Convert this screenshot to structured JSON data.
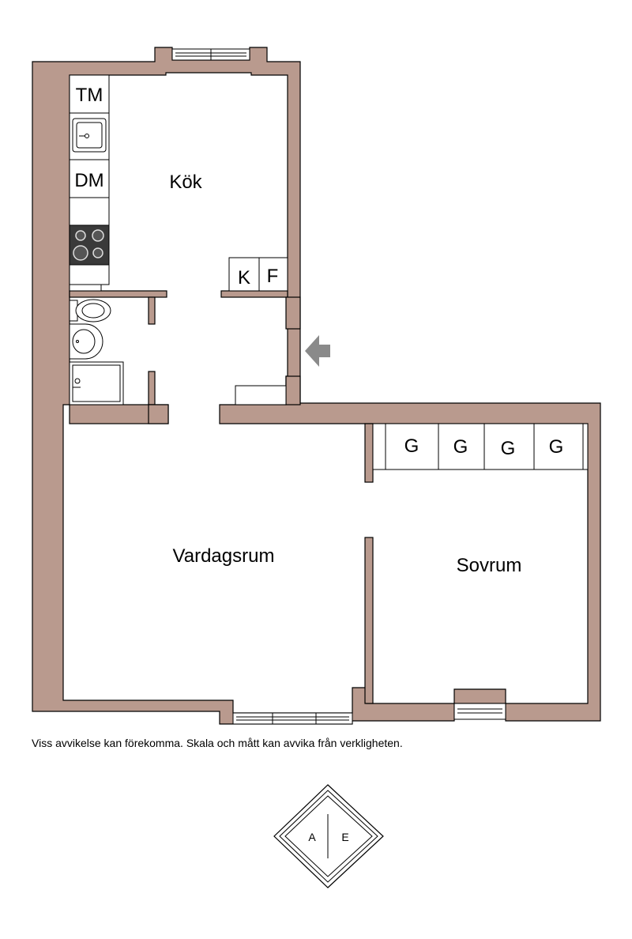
{
  "rooms": {
    "kitchen": "Kök",
    "living": "Vardagsrum",
    "bedroom": "Sovrum"
  },
  "appliances": {
    "dishwasher_top": "TM",
    "dishwasher": "DM",
    "fridge": "K",
    "freezer": "F"
  },
  "wardrobes": [
    "G",
    "G",
    "G",
    "G"
  ],
  "disclaimer": "Viss avvikelse kan förekomma. Skala och mått kan avvika från verkligheten.",
  "logo": {
    "left": "A",
    "right": "E"
  },
  "colors": {
    "wall": "#b99a8e",
    "arrow": "#8a8a8a",
    "stove": "#3a3a3a"
  },
  "icons": {
    "entrance": "entrance-arrow-icon"
  }
}
